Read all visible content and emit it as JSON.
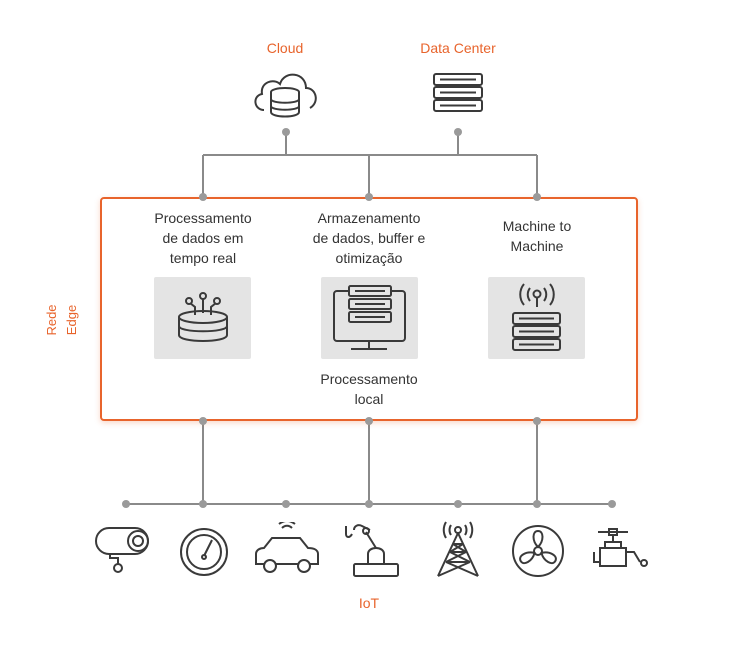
{
  "top": {
    "cloud_label": "Cloud",
    "datacenter_label": "Data Center"
  },
  "edge": {
    "side_label": "Rede Edge",
    "col1_label_l1": "Processamento",
    "col1_label_l2": "de dados em",
    "col1_label_l3": "tempo real",
    "col2_label_l1": "Armazenamento",
    "col2_label_l2": "de dados, buffer e",
    "col2_label_l3": "otimização",
    "col3_label_l1": "Machine to",
    "col3_label_l2": "Machine",
    "center_caption_l1": "Processamento",
    "center_caption_l2": "local"
  },
  "iot": {
    "label": "IoT",
    "devices": [
      "camera-icon",
      "gauge-icon",
      "connected-car-icon",
      "robot-arm-icon",
      "cell-tower-icon",
      "fan-icon",
      "valve-icon"
    ]
  },
  "colors": {
    "accent": "#e8642c",
    "line": "#8a8a8a",
    "icon": "#3a3a3a",
    "tile": "#e4e4e4"
  }
}
